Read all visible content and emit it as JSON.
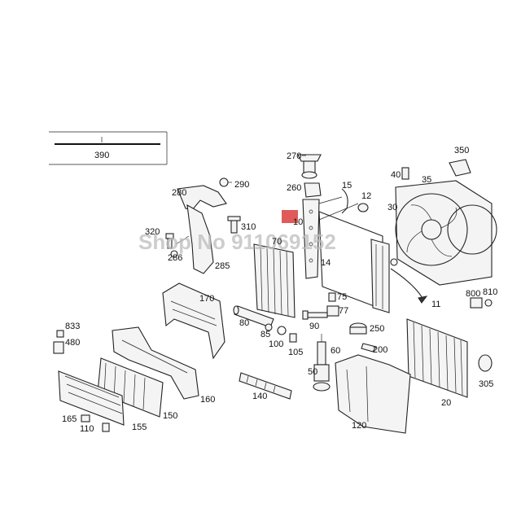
{
  "diagram": {
    "labels": {
      "p390": "390",
      "p270": "270",
      "p260": "260",
      "p290": "290",
      "p280": "280",
      "p320": "320",
      "p310": "310",
      "p286": "286",
      "p285": "285",
      "p70": "70",
      "p10": "10",
      "p14": "14",
      "p15": "15",
      "p12": "12",
      "p30": "30",
      "p40": "40",
      "p35": "35",
      "p350": "350",
      "p800": "800",
      "p810": "810",
      "p170": "170",
      "p80": "80",
      "p85": "85",
      "p100": "100",
      "p105": "105",
      "p75": "75",
      "p77": "77",
      "p90": "90",
      "p60": "60",
      "p50": "50",
      "p250": "250",
      "p200": "200",
      "p11": "11",
      "p833": "833",
      "p480": "480",
      "p160": "160",
      "p140": "140",
      "p120": "120",
      "p20": "20",
      "p305": "305",
      "p150": "150",
      "p165": "165",
      "p110": "110",
      "p155": "155"
    },
    "watermark": "Shop No 911069152"
  },
  "colors": {
    "marker": "#e05a5a",
    "line": "#222222"
  }
}
